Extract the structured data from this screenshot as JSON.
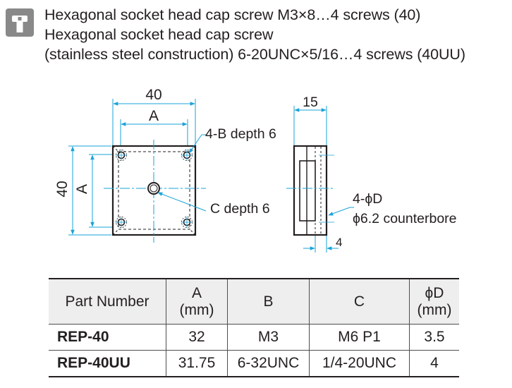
{
  "description": {
    "line1": "Hexagonal socket head cap screw M3×8…4 screws (40)",
    "line2": "Hexagonal socket head cap screw",
    "line3": "(stainless steel construction) 6-20UNC×5/16…4 screws (40UU)"
  },
  "drawing": {
    "dim_width": "40",
    "dim_A_top": "A",
    "dim_height": "40",
    "dim_A_side": "A",
    "label_B": "4-B depth 6",
    "label_C": "C depth 6",
    "dim_thickness": "15",
    "label_D": "4-ϕD",
    "label_counterbore": "ϕ6.2 counterbore",
    "dim_4": "4"
  },
  "table": {
    "headers": [
      "Part Number",
      "A",
      "(mm)",
      "B",
      "C",
      "ϕD",
      "(mm)"
    ],
    "rows": [
      [
        "REP-40",
        "32",
        "M3",
        "M6 P1",
        "3.5"
      ],
      [
        "REP-40UU",
        "31.75",
        "6-32UNC",
        "1/4-20UNC",
        "4"
      ]
    ]
  }
}
